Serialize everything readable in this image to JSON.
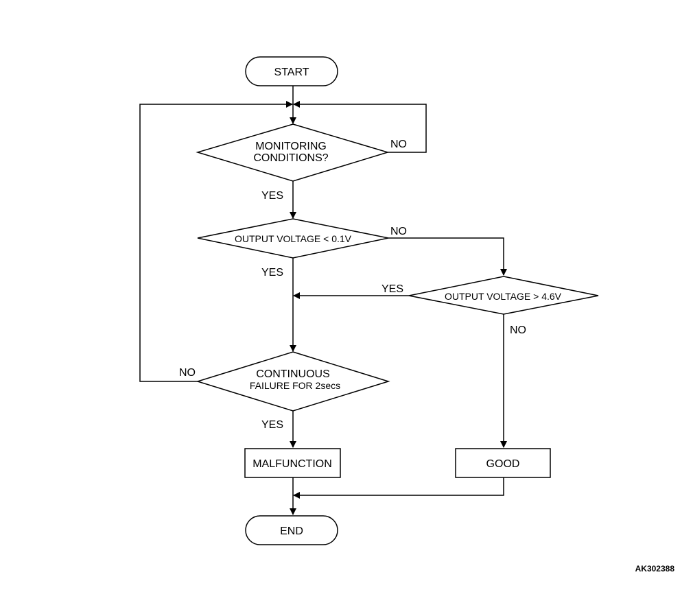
{
  "nodes": {
    "start": "START",
    "monitoring_line1": "MONITORING",
    "monitoring_line2": "CONDITIONS?",
    "output_low": "OUTPUT VOLTAGE < 0.1V",
    "output_high": "OUTPUT VOLTAGE > 4.6V",
    "continuous_line1": "CONTINUOUS",
    "continuous_line2": "FAILURE FOR 2secs",
    "malfunction": "MALFUNCTION",
    "good": "GOOD",
    "end": "END"
  },
  "labels": {
    "yes": "YES",
    "no": "NO"
  },
  "reference_code": "AK302388"
}
